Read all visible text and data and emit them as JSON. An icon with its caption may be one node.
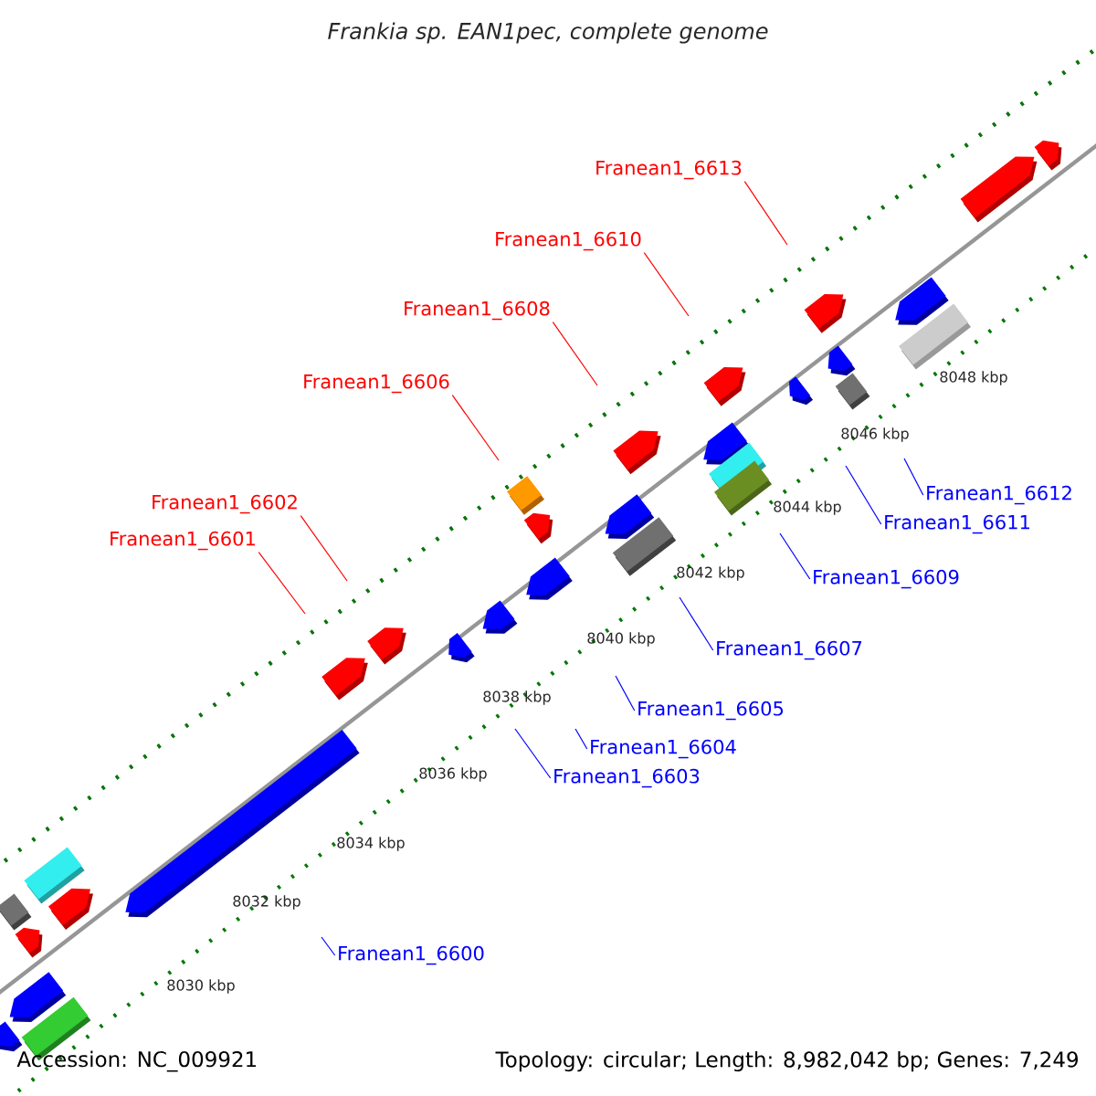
{
  "diagram": {
    "title": "Frankia sp. EAN1pec, complete genome",
    "nodes": [
      {
        "text": [
          "Franean1_6601"
        ]
      },
      {
        "text": [
          "Franean1_6602"
        ]
      },
      {
        "text": [
          "Franean1_6606"
        ]
      },
      {
        "text": [
          "Franean1_6608"
        ]
      },
      {
        "text": [
          "Franean1_6610"
        ]
      },
      {
        "text": [
          "Franean1_6613"
        ]
      },
      {
        "text": [
          "Franean1_6600"
        ]
      },
      {
        "text": [
          "Franean1_6603"
        ]
      },
      {
        "text": [
          "Franean1_6604"
        ]
      },
      {
        "text": [
          "Franean1_6605"
        ]
      },
      {
        "text": [
          "Franean1_6607"
        ]
      },
      {
        "text": [
          "Franean1_6609"
        ]
      },
      {
        "text": [
          "Franean1_6611"
        ]
      },
      {
        "text": [
          "Franean1_6612"
        ]
      }
    ],
    "edges": [
      {
        "from": 0,
        "to": null,
        "arrow": "none",
        "color": "#ff0000"
      },
      {
        "from": 1,
        "to": null,
        "arrow": "none",
        "color": "#ff0000"
      },
      {
        "from": 2,
        "to": null,
        "arrow": "none",
        "color": "#ff0000"
      },
      {
        "from": 3,
        "to": null,
        "arrow": "none",
        "color": "#ff0000"
      },
      {
        "from": 4,
        "to": null,
        "arrow": "none",
        "color": "#ff0000"
      },
      {
        "from": 5,
        "to": null,
        "arrow": "none",
        "color": "#ff0000"
      },
      {
        "from": 6,
        "to": null,
        "arrow": "none"
      },
      {
        "from": 7,
        "to": null,
        "arrow": "none"
      },
      {
        "from": 8,
        "to": null,
        "arrow": "none"
      },
      {
        "from": 9,
        "to": null,
        "arrow": "none"
      },
      {
        "from": 10,
        "to": null,
        "arrow": "none"
      },
      {
        "from": 11,
        "to": null,
        "arrow": "none"
      },
      {
        "from": 12,
        "to": null,
        "arrow": "none"
      },
      {
        "from": 13,
        "to": null,
        "arrow": "none"
      }
    ],
    "labels": [
      "8030 kbp",
      "8032 kbp",
      "8034 kbp",
      "8036 kbp",
      "8038 kbp",
      "8040 kbp",
      "8042 kbp",
      "8044 kbp",
      "8046 kbp",
      "8048 kbp",
      "Accession: NC_009921",
      "Topology: circular; Length: 8,982,042 bp; Genes: 7,249"
    ]
  }
}
